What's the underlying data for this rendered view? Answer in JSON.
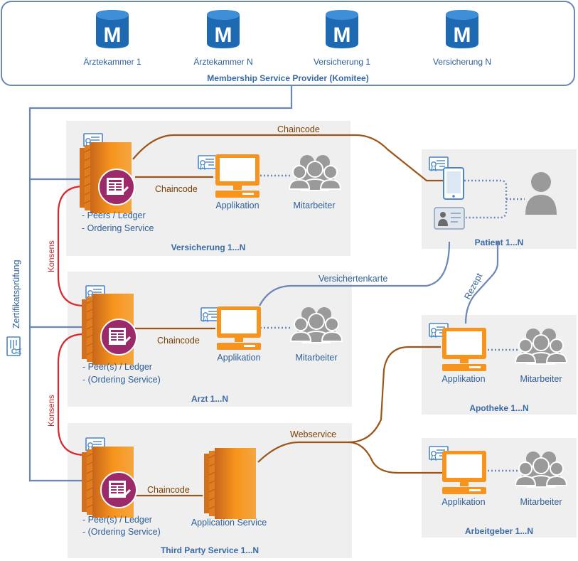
{
  "msp": {
    "title": "Membership Service Provider (Komitee)",
    "members": [
      {
        "label": "Ärztekammer 1",
        "icon": "database-m-icon"
      },
      {
        "label": "Ärztekammer N",
        "icon": "database-m-icon"
      },
      {
        "label": "Versicherung 1",
        "icon": "database-m-icon"
      },
      {
        "label": "Versicherung N",
        "icon": "database-m-icon"
      }
    ]
  },
  "side_label": "Zertifikatsprüfung",
  "consensus_label": "Konsens",
  "versicherung": {
    "title": "Versicherung 1...N",
    "peers": [
      "- Peers / Ledger",
      "- Ordering Service"
    ],
    "app": "Applikation",
    "staff": "Mitarbeiter",
    "chaincode": "Chaincode"
  },
  "arzt": {
    "title": "Arzt 1...N",
    "peers": [
      "- Peer(s) / Ledger",
      "- (Ordering Service)"
    ],
    "app": "Applikation",
    "staff": "Mitarbeiter",
    "chaincode": "Chaincode"
  },
  "third_party": {
    "title": "Third Party Service 1...N",
    "peers": [
      "- Peer(s) / Ledger",
      "- (Ordering Service)"
    ],
    "service": "Application Service",
    "chaincode": "Chaincode"
  },
  "patient": {
    "title": "Patient 1...N"
  },
  "apotheke": {
    "title": "Apotheke 1...N",
    "app": "Applikation",
    "staff": "Mitarbeiter"
  },
  "arbeitgeber": {
    "title": "Arbeitgeber 1...N",
    "app": "Applikation",
    "staff": "Mitarbeiter"
  },
  "connections": {
    "chaincode_top": "Chaincode",
    "versichertenkarte": "Versichertenkarte",
    "rezept": "Rezept",
    "webservice": "Webservice"
  },
  "colors": {
    "blue": "#6b87b8",
    "brown": "#9b5516",
    "red": "#d9282f",
    "orange": "#f7941d",
    "purple": "#9c2a6a",
    "panel": "#efefef",
    "gray_person": "#9a9a9a"
  }
}
